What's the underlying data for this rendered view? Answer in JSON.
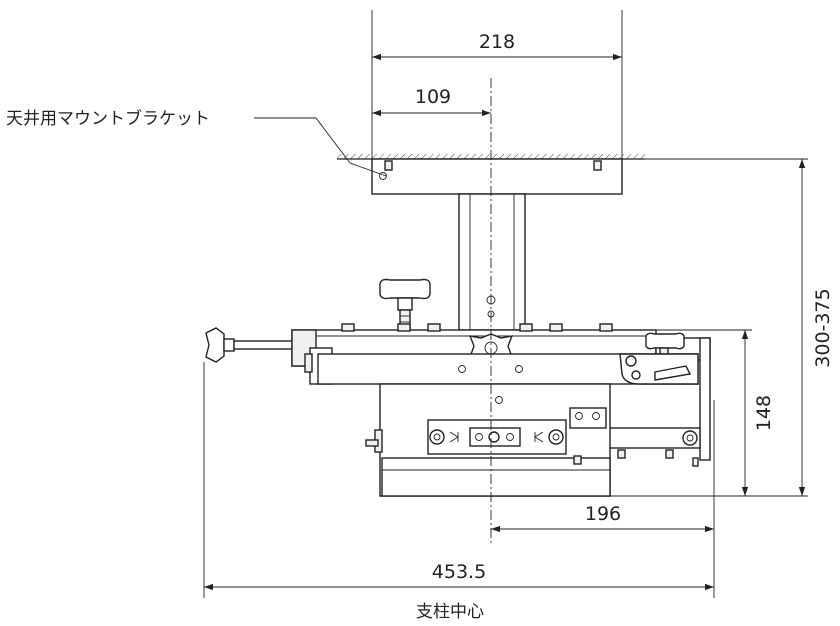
{
  "labels": {
    "bracket": "天井用マウントブラケット",
    "pillar_center": "支柱中心"
  },
  "dimensions": {
    "bracket_width": "218",
    "bracket_half": "109",
    "height_range": "300-375",
    "body_height": "148",
    "arm_offset": "196",
    "total_width": "453.5"
  }
}
